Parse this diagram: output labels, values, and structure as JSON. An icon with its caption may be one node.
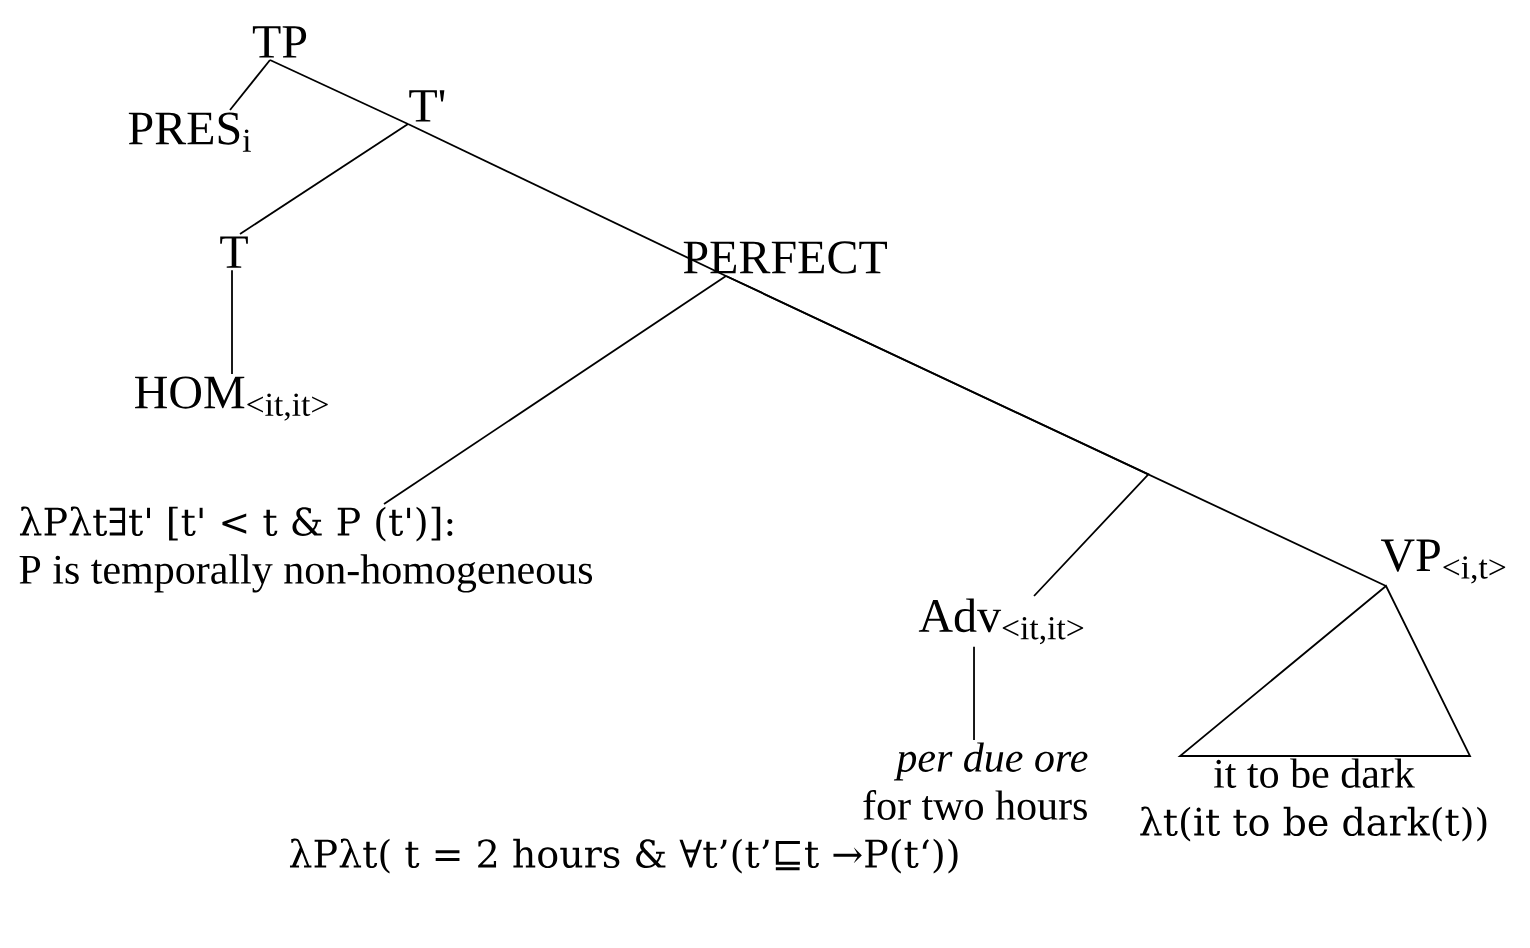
{
  "diagram": {
    "nodes": [
      {
        "text": [
          "TP"
        ]
      },
      {
        "text": [
          "PRES$_{i}$"
        ]
      },
      {
        "text": [
          "T'"
        ]
      },
      {
        "text": [
          "T"
        ]
      },
      {
        "text": [
          "HOM$_{<it,it>}$"
        ]
      },
      {
        "text": [
          "PERFECT"
        ]
      },
      {
        "text": [
          "λPλt∃t' [t' < t & P (t')]:",
          "P is temporally non-homogeneous"
        ]
      },
      {
        "text": [
          "Adv$_{<it,it>}$"
        ]
      },
      {
        "text": [
          "VP$_{<i,t>}$"
        ]
      },
      {
        "text": [
          "per due ore",
          "for two hours",
          "λPλt( t = 2 hours & ∀t’(t’⊑t →P(t‘))"
        ]
      },
      {
        "text": [
          "it to be dark",
          "λt(it to be dark(t))"
        ]
      }
    ],
    "edges": [
      {
        "from": 0,
        "to": 1,
        "arrow": "none"
      },
      {
        "from": 0,
        "to": 2,
        "arrow": "none"
      },
      {
        "from": 2,
        "to": 3,
        "arrow": "none"
      },
      {
        "from": 2,
        "to": 5,
        "arrow": "none"
      },
      {
        "from": 3,
        "to": 4,
        "arrow": "none"
      },
      {
        "from": 5,
        "to": 6,
        "arrow": "none"
      },
      {
        "from": 5,
        "to": 7,
        "arrow": "none"
      },
      {
        "from": 5,
        "to": 8,
        "arrow": "none"
      },
      {
        "from": 7,
        "to": 9,
        "arrow": "none"
      },
      {
        "from": 8,
        "to": 10,
        "arrow": "none"
      }
    ]
  }
}
